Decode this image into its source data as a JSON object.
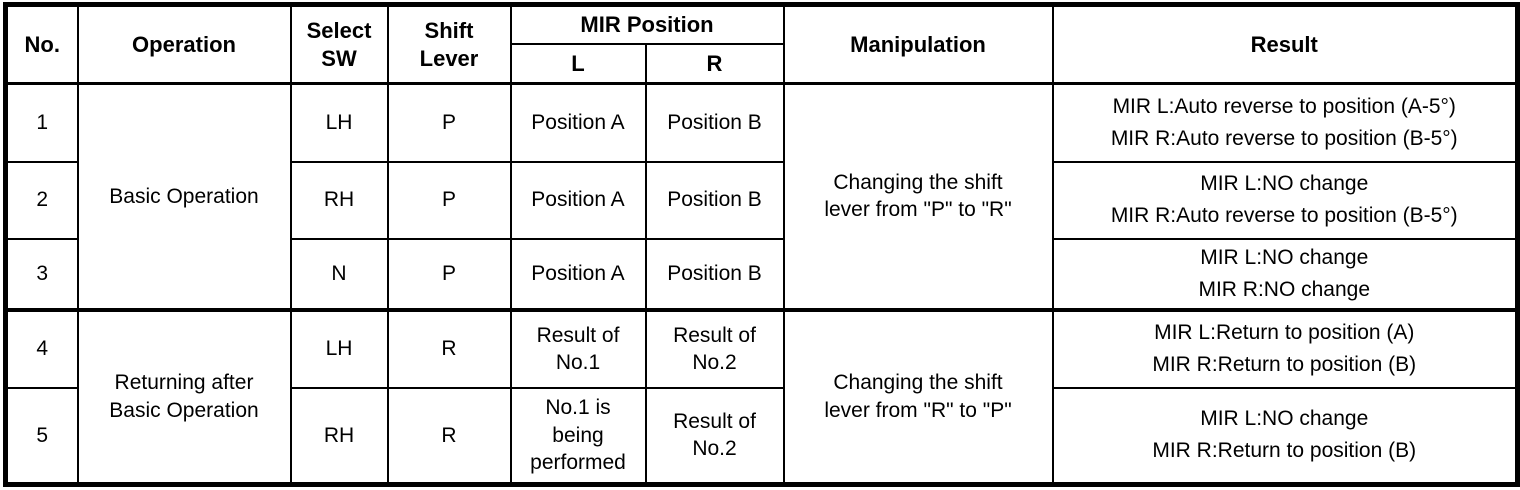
{
  "table": {
    "headers": {
      "no": "No.",
      "operation": "Operation",
      "select_sw": "Select\nSW",
      "shift_lever": "Shift\nLever",
      "mir_position": "MIR Position",
      "mir_l": "L",
      "mir_r": "R",
      "manipulation": "Manipulation",
      "result": "Result"
    },
    "groups": [
      {
        "operation": "Basic Operation",
        "manipulation": "Changing the shift\nlever from \"P\" to \"R\""
      },
      {
        "operation": "Returning after\nBasic Operation",
        "manipulation": "Changing the shift\nlever from \"R\" to \"P\""
      }
    ],
    "rows": [
      {
        "no": "1",
        "select_sw": "LH",
        "shift_lever": "P",
        "mir_l": "Position A",
        "mir_r": "Position B",
        "result": [
          "MIR L:Auto reverse to position (A-5°)",
          "MIR R:Auto reverse to position (B-5°)"
        ]
      },
      {
        "no": "2",
        "select_sw": "RH",
        "shift_lever": "P",
        "mir_l": "Position A",
        "mir_r": "Position B",
        "result": [
          "MIR L:NO change",
          "MIR R:Auto reverse to position (B-5°)"
        ]
      },
      {
        "no": "3",
        "select_sw": "N",
        "shift_lever": "P",
        "mir_l": "Position A",
        "mir_r": "Position B",
        "result": [
          "MIR L:NO change",
          "MIR R:NO change"
        ]
      },
      {
        "no": "4",
        "select_sw": "LH",
        "shift_lever": "R",
        "mir_l": "Result of No.1",
        "mir_r": "Result of No.2",
        "result": [
          "MIR L:Return to position (A)",
          "MIR R:Return to position (B)"
        ]
      },
      {
        "no": "5",
        "select_sw": "RH",
        "shift_lever": "R",
        "mir_l": "No.1 is being performed",
        "mir_r": "Result of No.2",
        "result": [
          "MIR L:NO change",
          "MIR R:Return to position (B)"
        ]
      }
    ],
    "colors": {
      "border": "#000000",
      "background": "#ffffff",
      "text": "#000000"
    }
  }
}
